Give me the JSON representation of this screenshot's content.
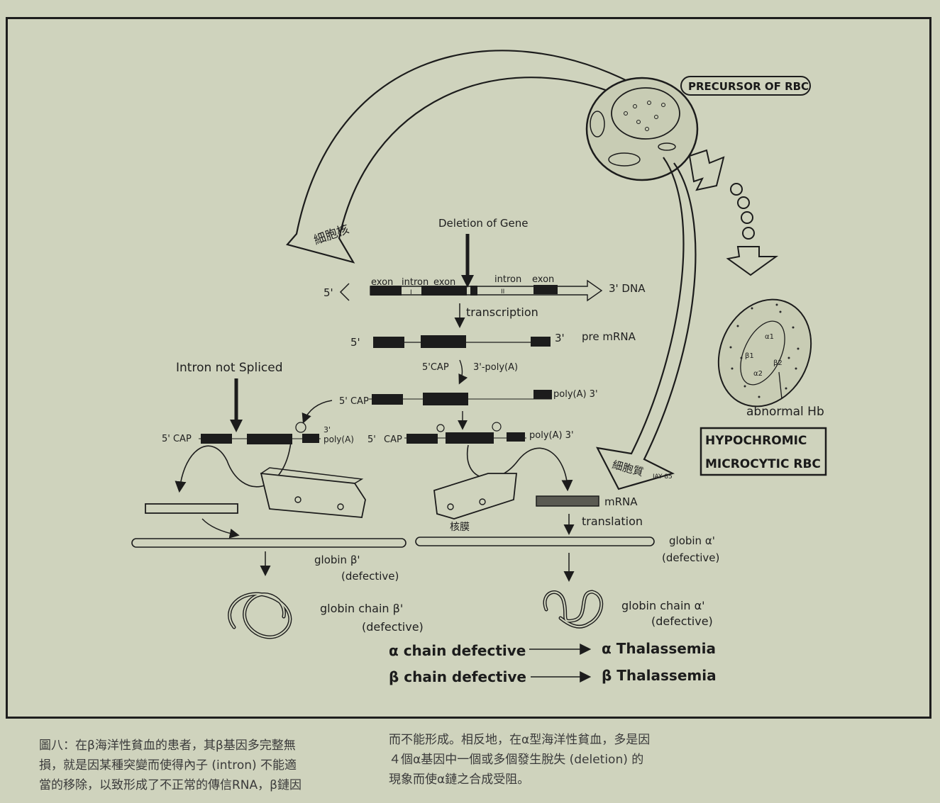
{
  "labels": {
    "precursor": "PRECURSOR OF RBC",
    "nucleus": "細胞核",
    "cell_membrane": "細胞質",
    "nuclear_membrane": "核膜",
    "deletion": "Deletion of Gene",
    "exon1": "exon",
    "intron1": "intron",
    "exon2": "exon",
    "intron2": "intron",
    "exon3": "exon",
    "intron_i": "I",
    "intron_ii": "II",
    "five_prime": "5'",
    "three_dna": "3' DNA",
    "transcription": "transcription",
    "pre_five": "5'",
    "pre_three": "3'",
    "pre_mrna": "pre mRNA",
    "cap_step": "5'CAP",
    "poly_step": "3'-poly(A)",
    "cap_row_cap": "5' CAP",
    "cap_row_poly": "poly(A) 3'",
    "left_cap": "5' CAP",
    "left_three": "3'",
    "left_poly": "poly(A)",
    "mid_five": "5'",
    "mid_cap": "CAP",
    "mid_poly": "poly(A) 3'",
    "intron_not_spliced": "Intron not Spliced",
    "mrna": "mRNA",
    "translation": "translation",
    "globin_beta": "globin β'",
    "defective_b": "(defective)",
    "globin_alpha": "globin α'",
    "defective_a": "(defective)",
    "chain_beta": "globin chain β'",
    "defective_cb": "(defective)",
    "chain_alpha": "globin chain α'",
    "defective_ca": "(defective)",
    "abnormal_hb": "abnormal Hb",
    "hypo1": "HYPOCHROMIC",
    "hypo2": "MICROCYTIC RBC",
    "alpha_def": "α chain defective",
    "alpha_thal": "α  Thalassemia",
    "beta_def": "β chain defective",
    "beta_thal": "β  Thalassemia",
    "sig": "JAY 85",
    "cell_b1": "β1",
    "cell_b2": "β2",
    "cell_a1": "α1",
    "cell_a2": "α2"
  },
  "caption": {
    "left": [
      "圖八：在β海洋性貧血的患者，其β基因多完整無",
      "損，就是因某種突變而使得內子 (intron) 不能適",
      "當的移除，以致形成了不正常的傳信RNA，β鏈因"
    ],
    "right": [
      "而不能形成。相反地，在α型海洋性貧血，多是因",
      "４個α基因中一個或多個發生脫失 (deletion) 的",
      "現象而使α鏈之合成受阻。"
    ]
  }
}
